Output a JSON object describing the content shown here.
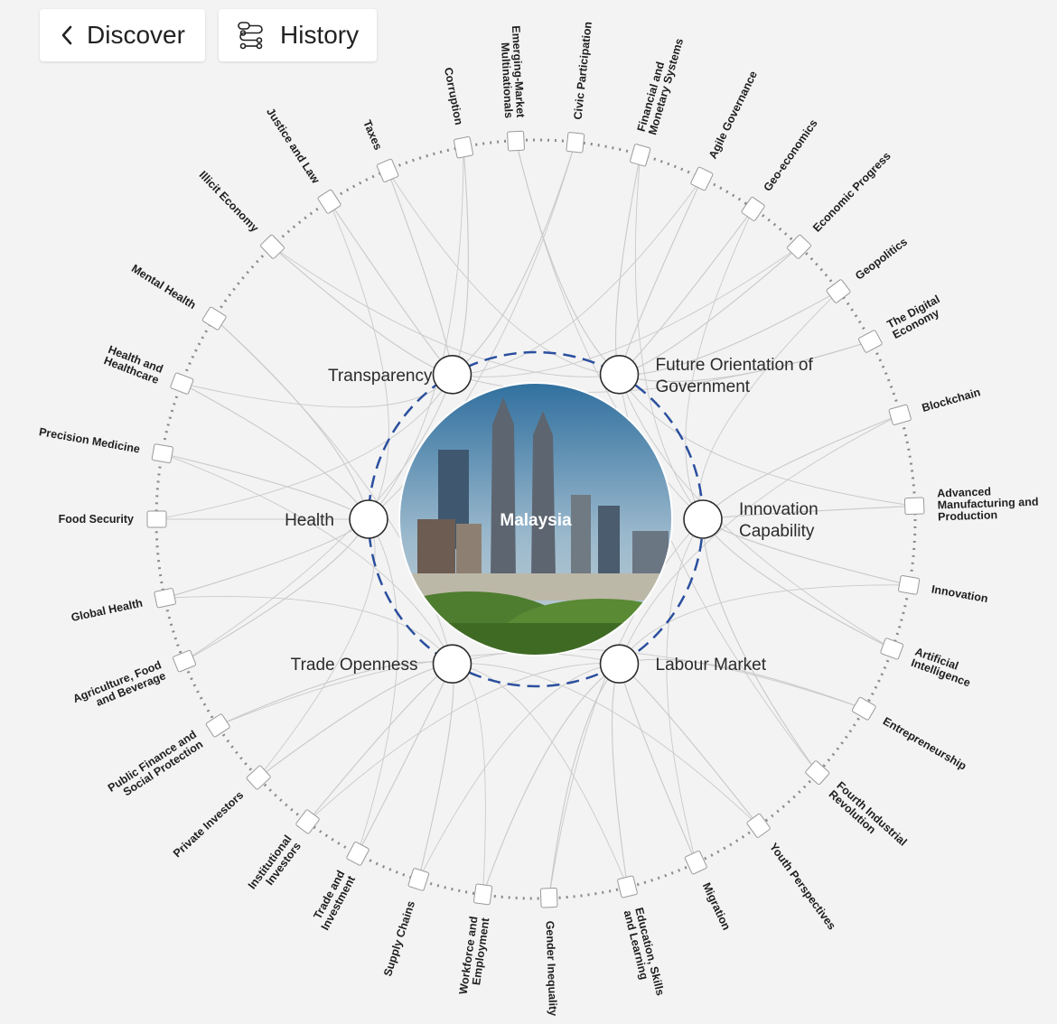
{
  "nav": {
    "discover_label": "Discover",
    "history_label": "History",
    "discover_icon": "chevron-left-icon",
    "history_icon": "flow-nodes-icon"
  },
  "center": {
    "label": "Malaysia",
    "image": "city-skyline-photo"
  },
  "hubs": [
    {
      "label_lines": [
        "Transparency"
      ]
    },
    {
      "label_lines": [
        "Future Orientation of",
        "Government"
      ]
    },
    {
      "label_lines": [
        "Innovation",
        "Capability"
      ]
    },
    {
      "label_lines": [
        "Labour Market"
      ]
    },
    {
      "label_lines": [
        "Trade Openness"
      ]
    },
    {
      "label_lines": [
        "Health"
      ]
    }
  ],
  "topics": [
    {
      "lines": [
        "Corruption"
      ],
      "hub": 0
    },
    {
      "lines": [
        "Emerging-Market",
        "Multinationals"
      ],
      "hub": 1
    },
    {
      "lines": [
        "Civic Participation"
      ],
      "hub": 0
    },
    {
      "lines": [
        "Financial and",
        "Monetary Systems"
      ],
      "hub": 1
    },
    {
      "lines": [
        "Agile Governance"
      ],
      "hub": 1
    },
    {
      "lines": [
        "Geo-economics"
      ],
      "hub": 1
    },
    {
      "lines": [
        "Economic Progress"
      ],
      "hub": 1
    },
    {
      "lines": [
        "Geopolitics"
      ],
      "hub": 1
    },
    {
      "lines": [
        "The Digital",
        "Economy"
      ],
      "hub": 1
    },
    {
      "lines": [
        "Blockchain"
      ],
      "hub": 2
    },
    {
      "lines": [
        "Advanced",
        "Manufacturing and",
        "Production"
      ],
      "hub": 2
    },
    {
      "lines": [
        "Innovation"
      ],
      "hub": 2
    },
    {
      "lines": [
        "Artificial",
        "Intelligence"
      ],
      "hub": 2
    },
    {
      "lines": [
        "Entrepreneurship"
      ],
      "hub": 3
    },
    {
      "lines": [
        "Fourth Industrial",
        "Revolution"
      ],
      "hub": 2
    },
    {
      "lines": [
        "Youth Perspectives"
      ],
      "hub": 3
    },
    {
      "lines": [
        "Migration"
      ],
      "hub": 3
    },
    {
      "lines": [
        "Education, Skills",
        "and Learning"
      ],
      "hub": 3
    },
    {
      "lines": [
        "Gender Inequality"
      ],
      "hub": 3
    },
    {
      "lines": [
        "Workforce and",
        "Employment"
      ],
      "hub": 3
    },
    {
      "lines": [
        "Supply Chains"
      ],
      "hub": 4
    },
    {
      "lines": [
        "Trade and",
        "Investment"
      ],
      "hub": 4
    },
    {
      "lines": [
        "Institutional",
        "Investors"
      ],
      "hub": 4
    },
    {
      "lines": [
        "Private Investors"
      ],
      "hub": 4
    },
    {
      "lines": [
        "Public Finance and",
        "Social Protection"
      ],
      "hub": 4
    },
    {
      "lines": [
        "Agriculture, Food",
        "and Beverage"
      ],
      "hub": 5
    },
    {
      "lines": [
        "Global Health"
      ],
      "hub": 5
    },
    {
      "lines": [
        "Food Security"
      ],
      "hub": 5
    },
    {
      "lines": [
        "Precision Medicine"
      ],
      "hub": 5
    },
    {
      "lines": [
        "Health and",
        "Healthcare"
      ],
      "hub": 5
    },
    {
      "lines": [
        "Mental Health"
      ],
      "hub": 5
    },
    {
      "lines": [
        "Illicit Economy"
      ],
      "hub": 0
    },
    {
      "lines": [
        "Justice and Law"
      ],
      "hub": 0
    },
    {
      "lines": [
        "Taxes"
      ],
      "hub": 0
    }
  ],
  "colors": {
    "background": "#f3f3f3",
    "inner_ring": "#2a4f9e",
    "outer_ring": "#8a8a8a",
    "link": "#c9c9c9"
  }
}
